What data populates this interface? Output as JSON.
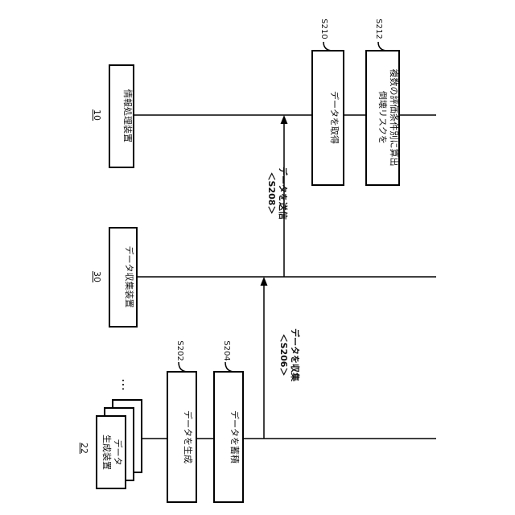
{
  "entities": {
    "info_processing": {
      "number": "10",
      "label": "情報処理装置"
    },
    "data_collection": {
      "number": "30",
      "label": "データ収集装置"
    },
    "data_generation": {
      "number": "22",
      "label_line1": "データ",
      "label_line2": "生成装置",
      "more": "…"
    }
  },
  "steps": [
    {
      "id": "S202",
      "label": "データを生成"
    },
    {
      "id": "S204",
      "label": "データを蓄積"
    },
    {
      "id": "S206",
      "label": "データを収集",
      "bracketed": "＜S206＞"
    },
    {
      "id": "S208",
      "label": "データを送信",
      "bracketed": "＜S208＞"
    },
    {
      "id": "S210",
      "label": "データを取得"
    },
    {
      "id": "S212",
      "label_line1": "倒壊リスクを",
      "label_line2": "複数の評価条件別に算出"
    }
  ]
}
